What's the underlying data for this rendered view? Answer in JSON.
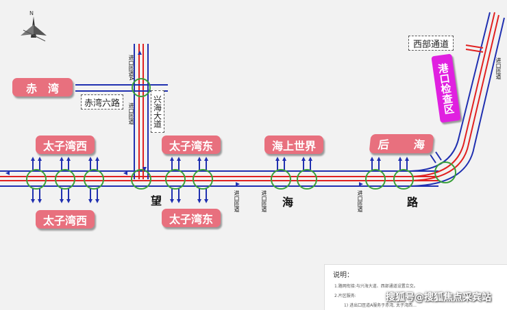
{
  "north_label": "N",
  "labels": {
    "chiwan": "赤　湾",
    "chiwan6": "赤湾六路",
    "xinghai": "兴海大道",
    "tzw_nw": "太子湾西",
    "tzw_sw": "太子湾西",
    "tzw_ne": "太子湾东",
    "tzw_se": "太子湾东",
    "hssj": "海上世界",
    "hou": "后",
    "hai_e": "海",
    "west_channel": "西部通道",
    "port_lane": "进口匝道",
    "port_box": "港口检查区",
    "road_wang": "望",
    "road_hai": "海",
    "road_lu": "路"
  },
  "ramp_labels": {
    "v1": "进口匝道A",
    "v2": "进口匝道",
    "v3": "进口匝道",
    "v4": "进口匝道",
    "v5": "进口匝道",
    "v6": "进口匝道"
  },
  "notes": {
    "title": "说明：",
    "l1": "1.路网衔接:与兴海大道、西部通道设置立交。",
    "l2": "2.片区服务:",
    "l3": "1) 进出口匝道A服务于赤湾, 太子湾西…"
  },
  "watermark": "搜狐号@搜狐焦点采宾站",
  "colors": {
    "red": "#e02020",
    "blue": "#1f2fb0",
    "pink": "#e8707e",
    "magenta": "#e020e0"
  }
}
